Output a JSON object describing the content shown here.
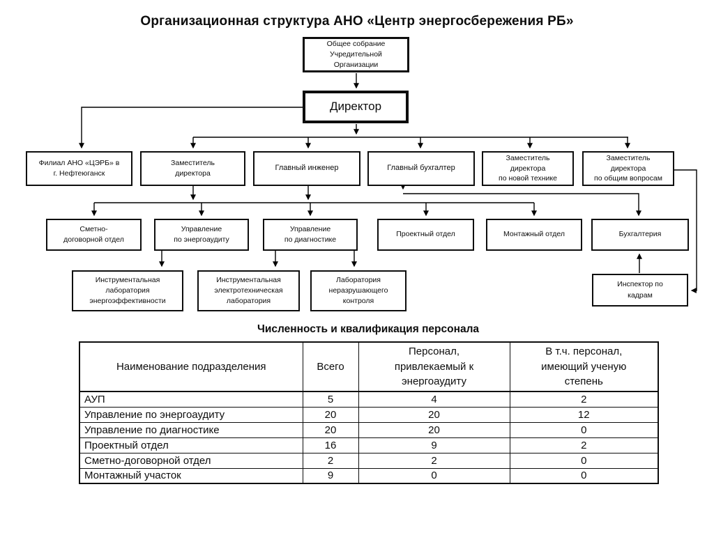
{
  "org": {
    "title": "Организационная структура АНО «Центр энергосбережения РБ»",
    "nodes": {
      "assembly": "Общее собрание\nУчредительной\nОрганизации",
      "director": "Директор",
      "filial": "Филиал АНО «ЦЭРБ» в\nг. Нефтеюганск",
      "deputy_director": "Заместитель\nдиректора",
      "chief_engineer": "Главный инженер",
      "chief_accountant": "Главный бухгалтер",
      "deputy_new_tech": "Заместитель\nдиректора\nпо новой технике",
      "deputy_general": "Заместитель\nдиректора\nпо общим вопросам",
      "smetny_dept": "Сметно-\nдоговорной отдел",
      "energy_audit_dept": "Управление\nпо энергоаудиту",
      "diagnostics_dept": "Управление\nпо диагностике",
      "project_dept": "Проектный отдел",
      "montazh_dept": "Монтажный отдел",
      "accounting_dept": "Бухгалтерия",
      "lab_energy": "Инструментальная\nлаборатория\nэнергоэффективности",
      "lab_electro": "Инструментальная\nэлектротехническая\nлаборатория",
      "lab_ndt": "Лаборатория\nнеразрушающего\nконтроля",
      "hr_inspector": "Инспектор по\nкадрам"
    }
  },
  "table": {
    "title": "Численность и квалификация персонала",
    "headers": [
      "Наименование подразделения",
      "Всего",
      "Персонал,\nпривлекаемый к\nэнергоаудиту",
      "В т.ч. персонал,\nимеющий ученую\nстепень"
    ],
    "rows": [
      [
        "АУП",
        "5",
        "4",
        "2"
      ],
      [
        "Управление по энергоаудиту",
        "20",
        "20",
        "12"
      ],
      [
        "Управление по диагностике",
        "20",
        "20",
        "0"
      ],
      [
        "Проектный отдел",
        "16",
        "9",
        "2"
      ],
      [
        "Сметно-договорной отдел",
        "2",
        "2",
        "0"
      ],
      [
        "Монтажный участок",
        "9",
        "0",
        "0"
      ]
    ]
  },
  "colors": {
    "line": "#000000",
    "box_border": "#0d0d0d",
    "text": "#0d0d0d",
    "background": "#ffffff"
  }
}
